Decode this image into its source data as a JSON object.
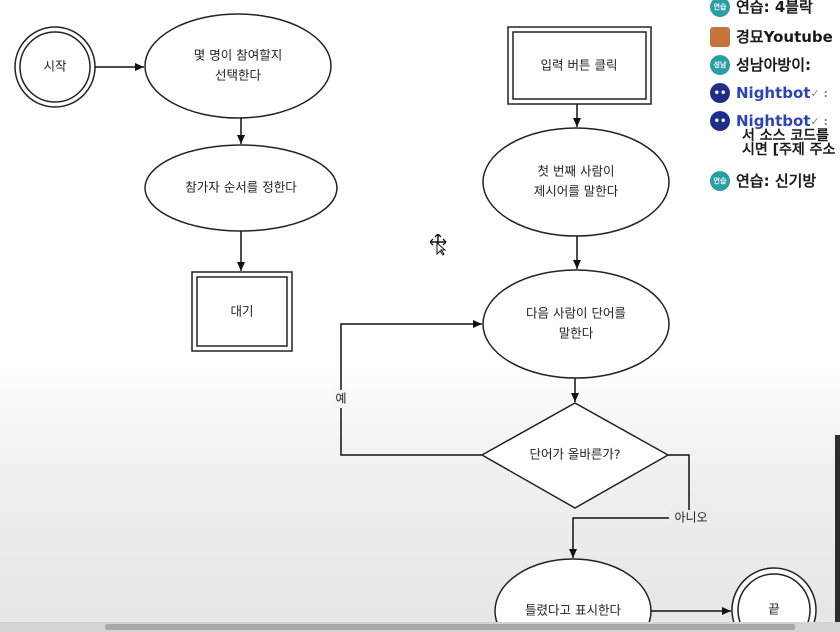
{
  "flowchart": {
    "nodes": {
      "start": "시작",
      "choose_count": [
        "몇 명이 참여할지",
        "선택한다"
      ],
      "set_order": "참가자 순서를 정한다",
      "wait": "대기",
      "click_input": "입력 버튼 클릭",
      "first_says": [
        "첫 번째 사람이",
        "제시어를 말한다"
      ],
      "next_says": [
        "다음 사람이 단어를",
        "말한다"
      ],
      "is_correct": "단어가 올바른가?",
      "show_wrong": "틀렸다고 표시한다",
      "end": "끝"
    },
    "edge_labels": {
      "yes": "예",
      "no": "아니오"
    }
  },
  "chat": {
    "messages": [
      {
        "badge": "연습",
        "text": "연습: 4블락"
      },
      {
        "badge": "",
        "text": "경묘Youtube"
      },
      {
        "badge": "성남",
        "text": "성남아방이:"
      },
      {
        "badge": "",
        "user": "Nightbot",
        "text": "✓ : "
      },
      {
        "badge": "",
        "user": "Nightbot",
        "text": "✓ :",
        "extra": [
          "서 소스 코드를",
          "시면 [주제 주소"
        ]
      },
      {
        "badge": "연습",
        "text": "연습: 신기방"
      }
    ]
  }
}
